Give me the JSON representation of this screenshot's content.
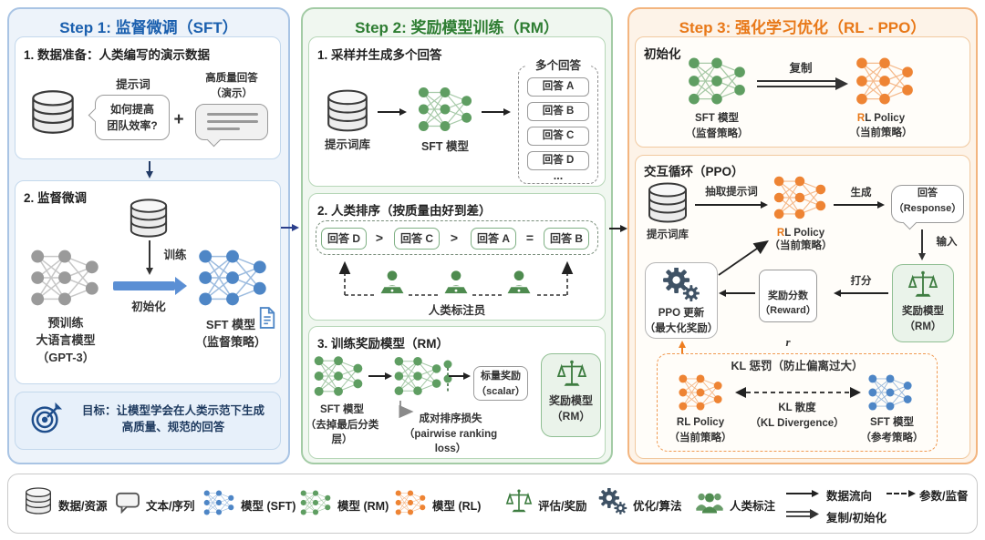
{
  "step1": {
    "title": "Step 1: 监督微调（SFT）",
    "data_prep": {
      "title": "1. 数据准备：人类编写的演示数据",
      "prompt_label": "提示词",
      "prompt_text": "如何提高\n团队效率?",
      "plus": "+",
      "answer_label": "高质量回答\n（演示）"
    },
    "sft": {
      "title": "2. 监督微调",
      "train": "训练",
      "pretrained": "预训练\n大语言模型\n（GPT-3）",
      "init": "初始化",
      "sft_model": "SFT 模型\n（监督策略）"
    },
    "goal": "目标：让模型学会在人类示范下生成\n高质量、规范的回答"
  },
  "step2": {
    "title": "Step 2: 奖励模型训练（RM）",
    "sampling": {
      "title": "1. 采样并生成多个回答",
      "db": "提示词库",
      "model": "SFT 模型",
      "answers_title": "多个回答",
      "answers": [
        "回答 A",
        "回答 B",
        "回答 C",
        "回答 D"
      ],
      "ellipsis": "..."
    },
    "ranking": {
      "title": "2. 人类排序（按质量由好到差）",
      "items": [
        "回答 D",
        "回答 C",
        "回答 A",
        "回答 B"
      ],
      "ops": [
        ">",
        ">",
        "="
      ],
      "annotators": "人类标注员"
    },
    "training": {
      "title": "3. 训练奖励模型（RM）",
      "model1": "SFT 模型\n（去掉最后分类层）",
      "loss": "成对排序损失\n（pairwise ranking loss）",
      "scalar": "标量奖励\n（scalar）",
      "rm": "奖励模型\n（RM）"
    }
  },
  "step3": {
    "title": "Step 3: 强化学习优化（RL - PPO）",
    "init": {
      "title": "初始化",
      "sft": "SFT 模型\n（监督策略）",
      "copy": "复制",
      "rl_r": "R",
      "rl_rest": "L Policy",
      "rl_sub": "（当前策略）"
    },
    "loop": {
      "title": "交互循环（PPO）",
      "db": "提示词库",
      "draw": "抽取提示词",
      "rl_r": "R",
      "rl_rest": "L Policy",
      "rl_sub": "（当前策略）",
      "generate": "生成",
      "response": "回答\n（Response）",
      "input": "输入",
      "rm": "奖励模型\n（RM）",
      "score": "打分",
      "reward": "奖励分数\n（Reward）",
      "reward_var": "r",
      "ppo": "PPO 更新\n（最大化奖励）"
    },
    "kl": {
      "title": "KL 惩罚（防止偏离过大）",
      "rl": "RL Policy\n（当前策略）",
      "divergence": "KL 散度\n（KL Divergence）",
      "sft": "SFT 模型\n（参考策略）"
    }
  },
  "legend": {
    "data": "数据/资源",
    "text": "文本/序列",
    "sft": "模型 (SFT)",
    "rm": "模型 (RM)",
    "rl": "模型 (RL)",
    "eval": "评估/奖励",
    "opt": "优化/算法",
    "human": "人类标注",
    "flow": "数据流向",
    "copy": "复制/初始化",
    "param": "参数/监督"
  },
  "colors": {
    "step1_title": "#1a5fae",
    "step2_title": "#2e7d32",
    "step3_title": "#e87818",
    "nn_blue": "#4e86c6",
    "nn_green": "#5f9e62",
    "nn_orange": "#ee8434",
    "nn_gray": "#9a9a9a"
  }
}
